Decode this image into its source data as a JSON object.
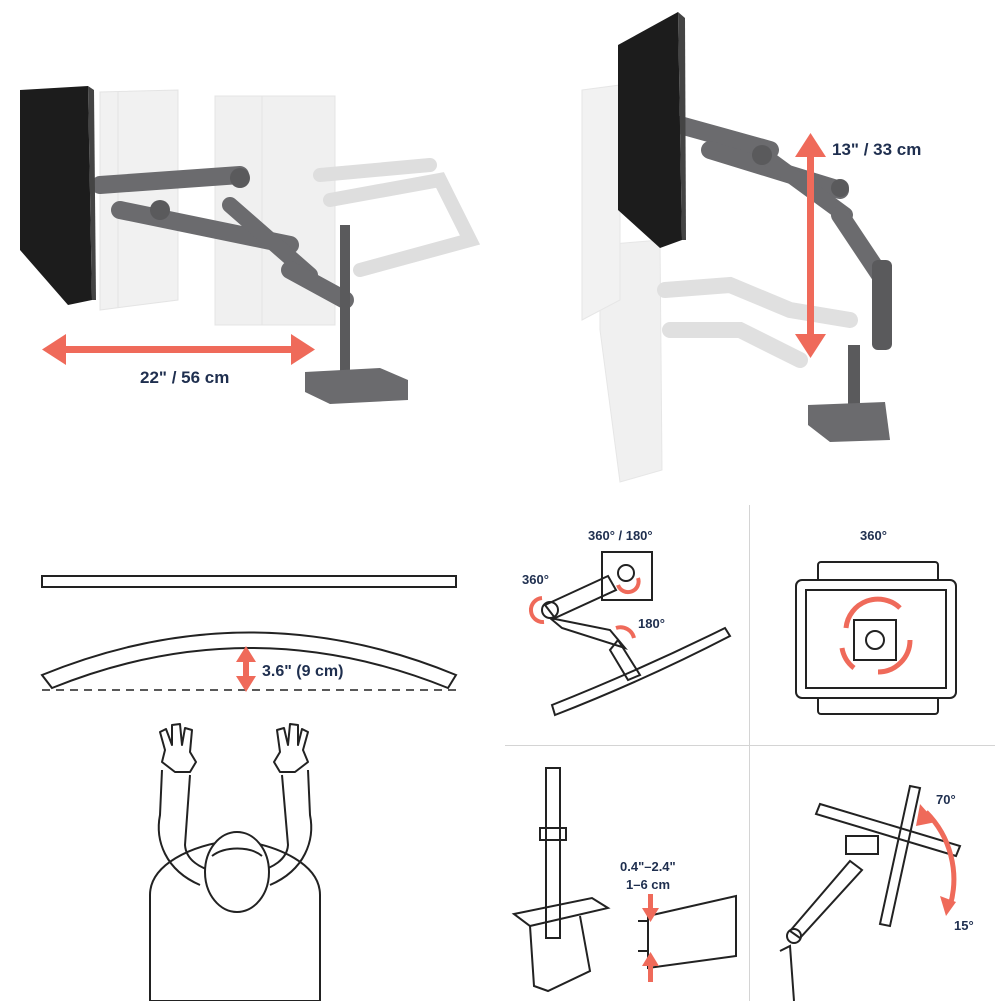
{
  "colors": {
    "accent": "#ef6a5a",
    "label": "#1f2f4f",
    "mount": "#6b6b6e",
    "ghost": "#dcdcdc",
    "screen": "#1c1c1c",
    "line": "#222222"
  },
  "extension": {
    "measure": "22\" / 56 cm"
  },
  "height": {
    "measure": "13\" / 33 cm"
  },
  "curved": {
    "depth": "3.6\" (9 cm)"
  },
  "rotation": {
    "swivel_top": "360° / 180°",
    "swivel_left": "360°",
    "tilt_joint": "180°"
  },
  "portrait": {
    "rotate": "360°"
  },
  "clamp": {
    "thickness_in": "0.4\"–2.4\"",
    "thickness_cm": "1–6 cm"
  },
  "tilt": {
    "up": "70°",
    "down": "15°"
  },
  "icons": [
    "double-arrow-horizontal-icon",
    "double-arrow-vertical-icon",
    "rotate-arrow-icon"
  ]
}
